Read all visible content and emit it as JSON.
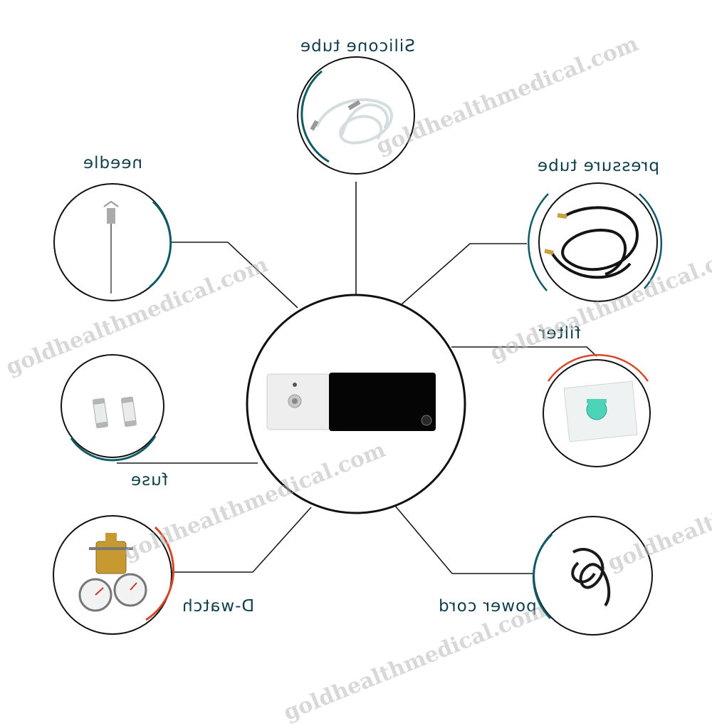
{
  "labels": {
    "silicone_tube": "Silicone tube",
    "needle": "needle",
    "pressure_tube": "pressure tube",
    "filter": "filter",
    "fuse": "fuse",
    "d_watch": "D-watch",
    "power_cord": "power cord"
  },
  "watermark": "goldhealthmedical.com",
  "colors": {
    "line": "#1a1a1a",
    "teal_arc": "#0e5a66",
    "red_arc": "#d9472b",
    "label": "#0e3e49",
    "device_screen": "#050505",
    "device_body": "#eeeeee"
  }
}
